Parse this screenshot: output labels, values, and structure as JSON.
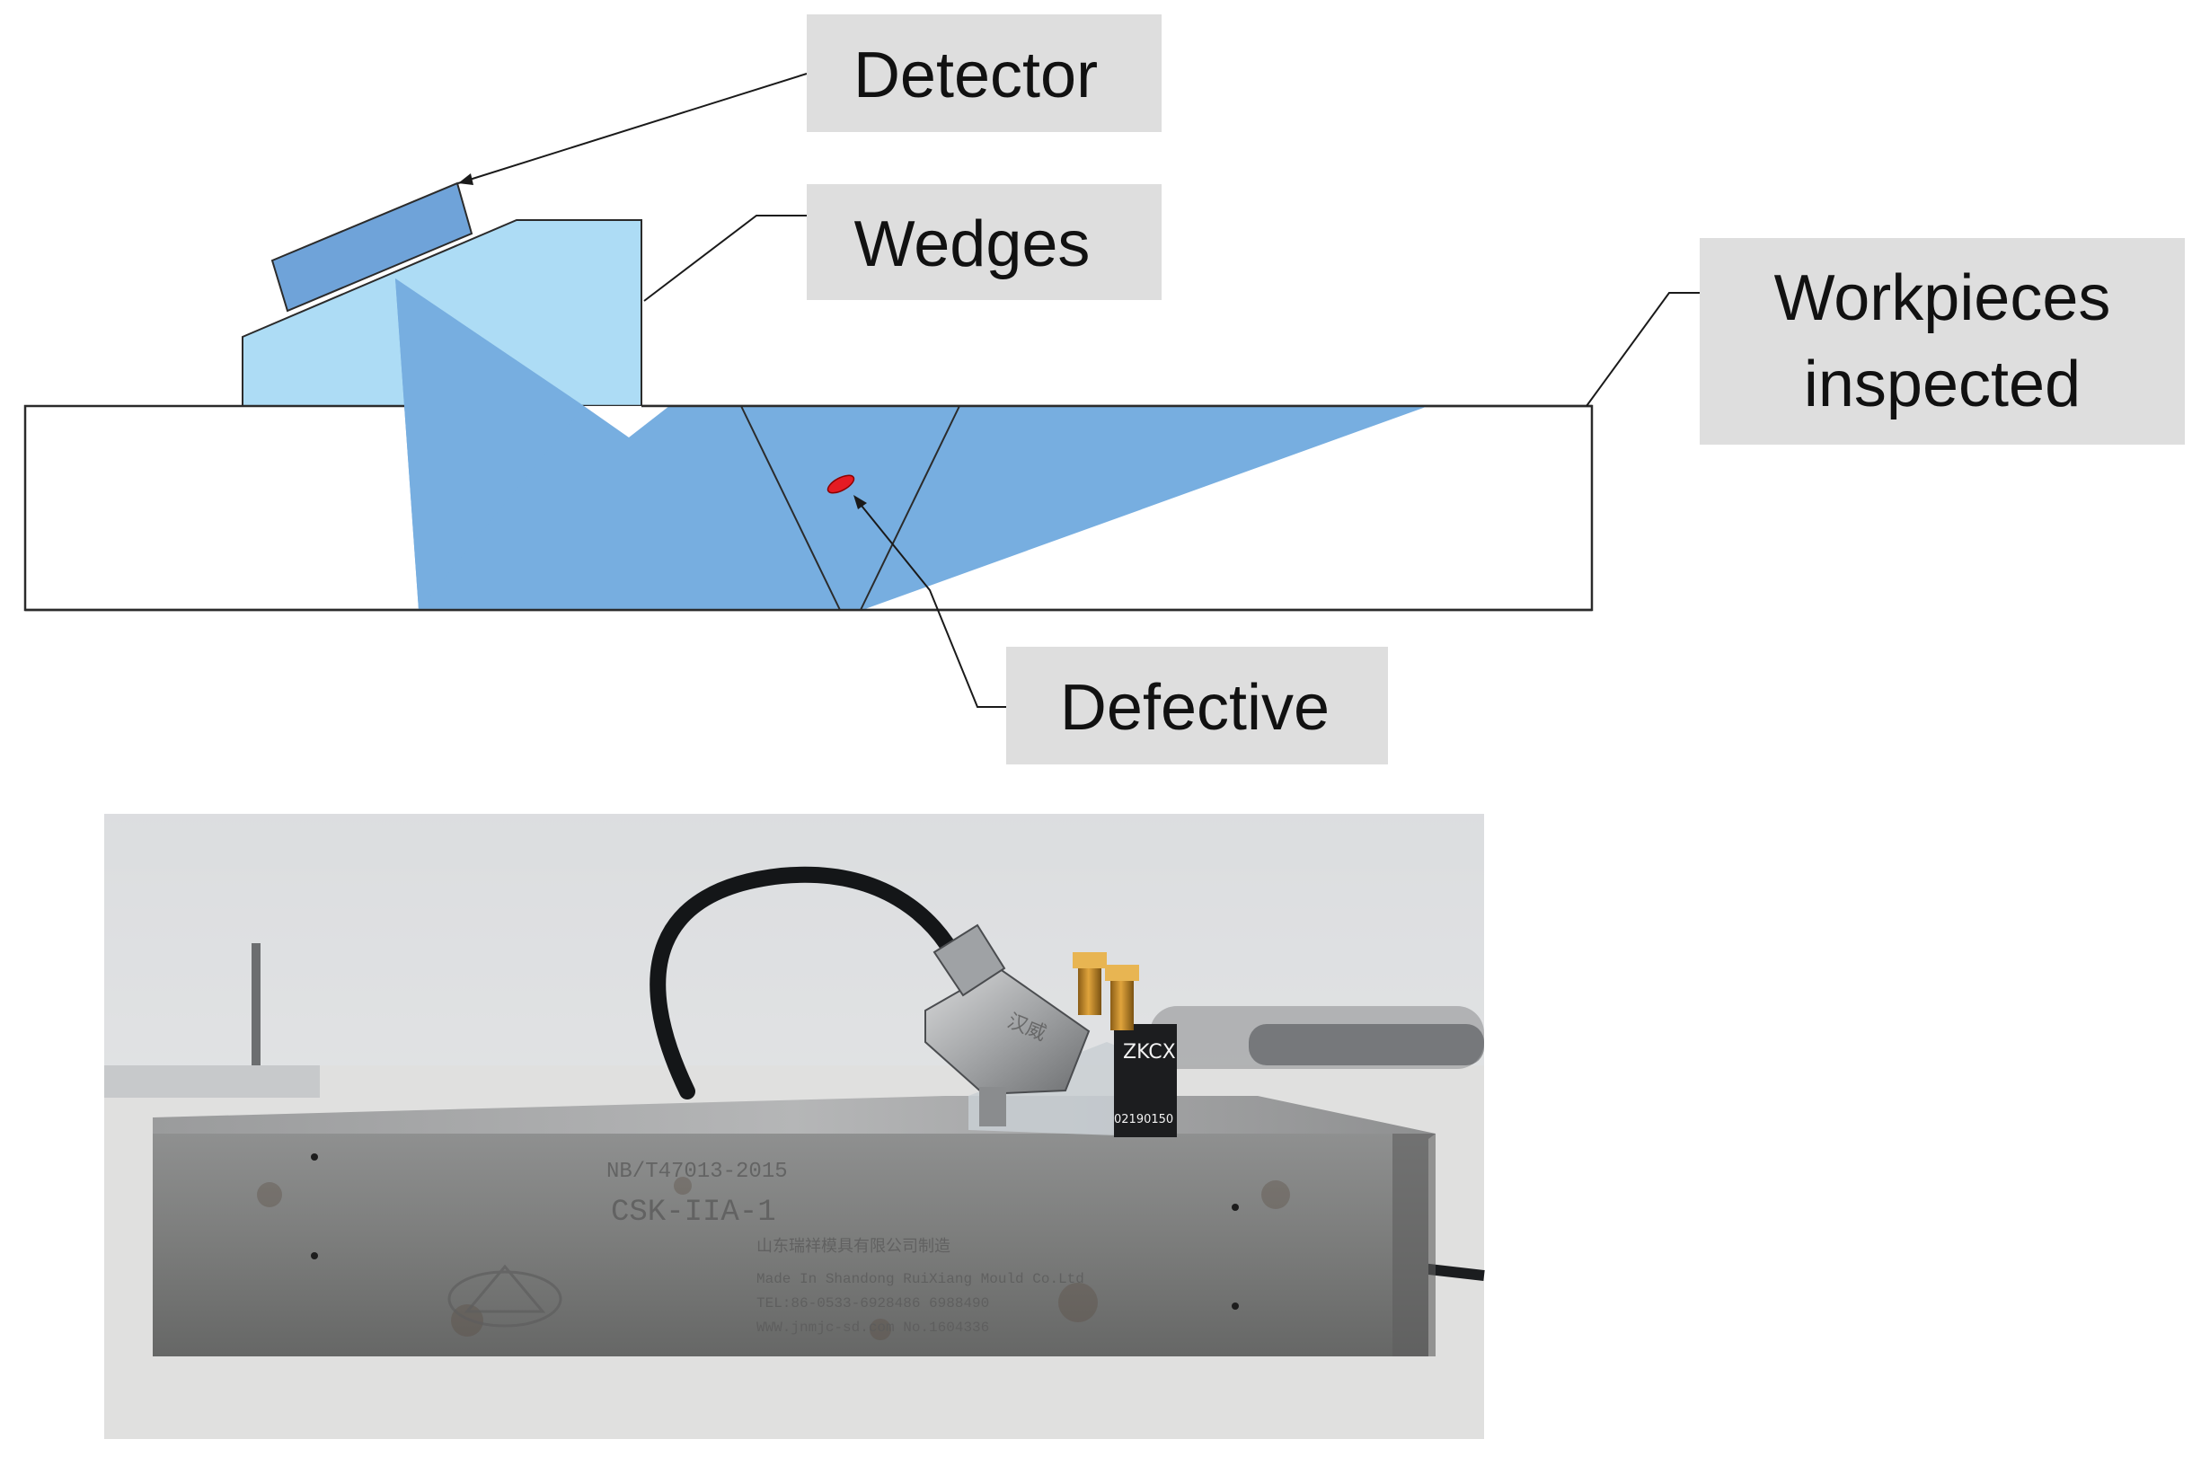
{
  "labels": {
    "detector": "Detector",
    "wedges": "Wedges",
    "workpieces_line1": "Workpieces",
    "workpieces_line2": "inspected",
    "defective": "Defective"
  },
  "photo": {
    "standard": "NB/T47013-2015",
    "block_model": "CSK-IIA-1",
    "maker_cn": "山东瑞祥模具有限公司制造",
    "maker_en": "Made In Shandong RuiXiang Mould Co.Ltd",
    "tel": "TEL:86-0533-6928486 6988490",
    "web_no": "WWW.jnmjc-sd.com  No.1604336",
    "probe_brand": "ZKCX",
    "probe_serial": "02190150",
    "probe_mark": "汉威"
  },
  "colors": {
    "wedge": "#addcf5",
    "detector": "#6fa3d9",
    "beam": "#77aee0",
    "defect": "#e51b23",
    "label_box": "#dedede"
  }
}
